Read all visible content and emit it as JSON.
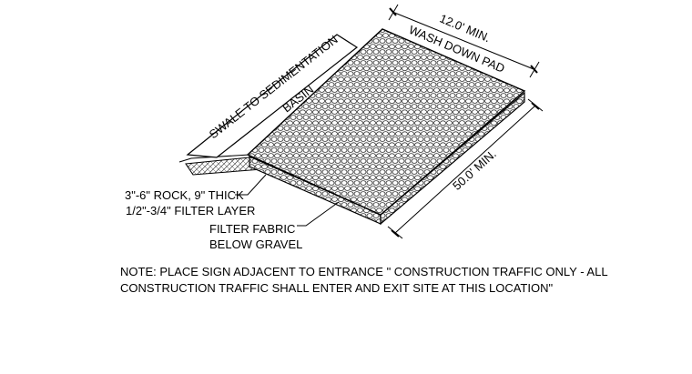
{
  "labels": {
    "swale_line1": "SWALE TO SEDIMENTATION",
    "swale_line2": "BASIN",
    "width_dim": "12.0' MIN.",
    "pad_label": "WASH DOWN PAD",
    "length_dim": "50.0' MIN.",
    "rock_line1": "3\"-6\" ROCK, 9\" THICK",
    "rock_line2": "1/2\"-3/4\" FILTER LAYER",
    "fabric_line1": "FILTER FABRIC",
    "fabric_line2": "BELOW GRAVEL"
  },
  "note": {
    "line1": "NOTE:  PLACE SIGN ADJACENT TO ENTRANCE \" CONSTRUCTION TRAFFIC ONLY - ALL",
    "line2": "CONSTRUCTION TRAFFIC SHALL ENTER AND EXIT SITE AT THIS LOCATION\""
  }
}
